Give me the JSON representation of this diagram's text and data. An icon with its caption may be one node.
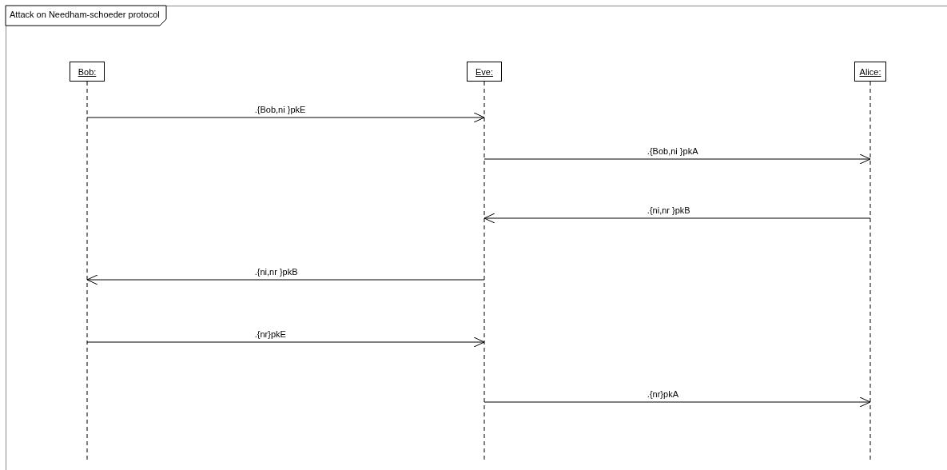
{
  "diagram": {
    "nodes": [
      {
        "text": [
          "Attack on Needham-schoeder protocol"
        ]
      },
      {
        "text": [
          "Bob:"
        ],
        "in": 0
      },
      {
        "text": [
          "Eve:"
        ],
        "in": 0
      },
      {
        "text": [
          "Alice:"
        ],
        "in": 0
      }
    ],
    "edges": [
      {
        "from": 1,
        "to": 2,
        "arrow": "to",
        "label": ".{Bob,ni }pkE"
      },
      {
        "from": 2,
        "to": 3,
        "arrow": "to",
        "label": ".{Bob,ni }pkA"
      },
      {
        "from": 3,
        "to": 2,
        "arrow": "to",
        "label": ".{ni,nr }pkB"
      },
      {
        "from": 2,
        "to": 1,
        "arrow": "to",
        "label": ".{ni,nr }pkB"
      },
      {
        "from": 1,
        "to": 2,
        "arrow": "to",
        "label": ".{nr}pkE"
      },
      {
        "from": 2,
        "to": 3,
        "arrow": "to",
        "label": ".{nr}pkA"
      }
    ]
  }
}
